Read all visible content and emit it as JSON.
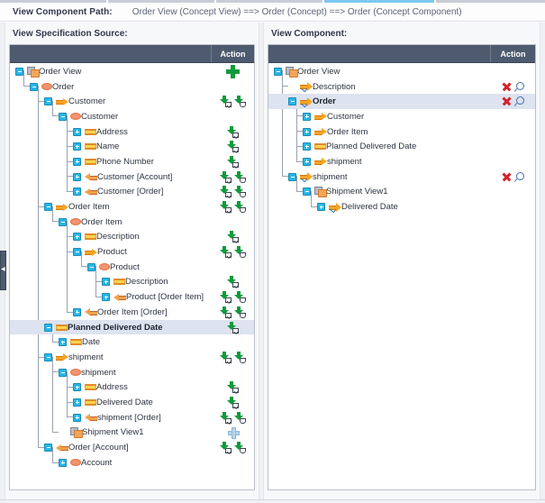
{
  "tabstrip": {
    "active_color": "#7cc8ef"
  },
  "path_bar": {
    "label": "View Component Path:",
    "value": "Order View (Concept View) ==> Order (Concept) ==> Order (Concept Component)"
  },
  "left_panel": {
    "title": "View Specification Source:",
    "action_column_header": "Action",
    "rows": [
      {
        "depth": 0,
        "label": "Order View",
        "expander": "minus",
        "icon": "view-icon",
        "actions": [
          "add-plus-large"
        ]
      },
      {
        "depth": 1,
        "label": "Order",
        "expander": "minus",
        "icon": "concept-icon",
        "actions": []
      },
      {
        "depth": 2,
        "label": "Customer",
        "expander": "minus",
        "icon": "relation-out-icon",
        "actions": [
          "add-attribute-icon",
          "add-relation-icon"
        ]
      },
      {
        "depth": 3,
        "label": "Customer",
        "expander": "minus",
        "icon": "concept-icon",
        "actions": []
      },
      {
        "depth": 4,
        "label": "Address",
        "expander": "plus",
        "icon": "attribute-icon",
        "actions": [
          "add-attribute-icon"
        ]
      },
      {
        "depth": 4,
        "label": "Name",
        "expander": "plus",
        "icon": "attribute-icon",
        "actions": [
          "add-attribute-icon"
        ]
      },
      {
        "depth": 4,
        "label": "Phone Number",
        "expander": "plus",
        "icon": "attribute-icon",
        "actions": [
          "add-attribute-icon"
        ]
      },
      {
        "depth": 4,
        "label": "Customer [Account]",
        "expander": "plus",
        "icon": "relation-in-icon",
        "actions": [
          "add-attribute-icon",
          "add-relation-icon"
        ]
      },
      {
        "depth": 4,
        "label": "Customer [Order]",
        "expander": "plus",
        "icon": "relation-in-icon",
        "actions": [
          "add-attribute-icon",
          "add-relation-icon"
        ]
      },
      {
        "depth": 2,
        "label": "Order Item",
        "expander": "minus",
        "icon": "relation-out-icon",
        "actions": [
          "add-attribute-icon",
          "add-relation-icon"
        ]
      },
      {
        "depth": 3,
        "label": "Order Item",
        "expander": "minus",
        "icon": "concept-icon",
        "actions": []
      },
      {
        "depth": 4,
        "label": "Description",
        "expander": "plus",
        "icon": "attribute-icon",
        "actions": [
          "add-attribute-icon"
        ]
      },
      {
        "depth": 4,
        "label": "Product",
        "expander": "minus",
        "icon": "relation-out-icon",
        "actions": [
          "add-attribute-icon",
          "add-relation-icon"
        ]
      },
      {
        "depth": 5,
        "label": "Product",
        "expander": "minus",
        "icon": "concept-icon",
        "actions": []
      },
      {
        "depth": 6,
        "label": "Description",
        "expander": "plus",
        "icon": "attribute-icon",
        "actions": [
          "add-attribute-icon"
        ]
      },
      {
        "depth": 6,
        "label": "Product [Order Item]",
        "expander": "plus",
        "icon": "relation-in-icon",
        "actions": [
          "add-attribute-icon",
          "add-relation-icon"
        ]
      },
      {
        "depth": 4,
        "label": "Order Item [Order]",
        "expander": "plus",
        "icon": "relation-in-icon",
        "actions": [
          "add-attribute-icon",
          "add-relation-icon"
        ]
      },
      {
        "depth": 2,
        "label": "Planned Delivered Date",
        "expander": "minus",
        "icon": "attribute-icon",
        "actions": [
          "add-attribute-icon"
        ],
        "selected": true
      },
      {
        "depth": 3,
        "label": "Date",
        "expander": "plus",
        "icon": "attribute-icon",
        "actions": []
      },
      {
        "depth": 2,
        "label": "shipment",
        "expander": "minus",
        "icon": "relation-out-icon",
        "actions": [
          "add-attribute-icon",
          "add-relation-icon"
        ]
      },
      {
        "depth": 3,
        "label": "shipment",
        "expander": "minus",
        "icon": "concept-icon",
        "actions": []
      },
      {
        "depth": 4,
        "label": "Address",
        "expander": "plus",
        "icon": "attribute-icon",
        "actions": [
          "add-attribute-icon"
        ]
      },
      {
        "depth": 4,
        "label": "Delivered Date",
        "expander": "plus",
        "icon": "attribute-icon",
        "actions": [
          "add-attribute-icon"
        ]
      },
      {
        "depth": 4,
        "label": "shipment [Order]",
        "expander": "plus",
        "icon": "relation-in-icon",
        "actions": [
          "add-attribute-icon",
          "add-relation-icon"
        ]
      },
      {
        "depth": 3,
        "label": "Shipment View1",
        "expander": "none",
        "icon": "view-icon",
        "actions": [
          "add-plus-small"
        ]
      },
      {
        "depth": 2,
        "label": "Order [Account]",
        "expander": "minus",
        "icon": "relation-in-icon",
        "actions": [
          "add-attribute-icon",
          "add-relation-icon"
        ]
      },
      {
        "depth": 3,
        "label": "Account",
        "expander": "plus",
        "icon": "concept-icon",
        "actions": []
      }
    ]
  },
  "right_panel": {
    "title": "View Component:",
    "action_column_header": "Action",
    "rows": [
      {
        "depth": 0,
        "label": "Order View",
        "expander": "minus",
        "icon": "view-icon",
        "actions": []
      },
      {
        "depth": 1,
        "label": "Description",
        "expander": "none",
        "icon": "view-component-icon",
        "actions": [
          "delete-icon",
          "find-icon"
        ]
      },
      {
        "depth": 1,
        "label": "Order",
        "expander": "minus",
        "icon": "view-component-icon",
        "actions": [
          "delete-icon",
          "find-icon"
        ],
        "selected": true
      },
      {
        "depth": 2,
        "label": "Customer",
        "expander": "plus",
        "icon": "relation-out-icon",
        "actions": []
      },
      {
        "depth": 2,
        "label": "Order Item",
        "expander": "plus",
        "icon": "relation-out-icon",
        "actions": []
      },
      {
        "depth": 2,
        "label": "Planned Delivered Date",
        "expander": "plus",
        "icon": "attribute-icon",
        "actions": []
      },
      {
        "depth": 2,
        "label": "shipment",
        "expander": "plus",
        "icon": "relation-out-icon",
        "actions": []
      },
      {
        "depth": 1,
        "label": "shipment",
        "expander": "minus",
        "icon": "view-component-icon",
        "actions": [
          "delete-icon",
          "find-icon"
        ]
      },
      {
        "depth": 2,
        "label": "Shipment View1",
        "expander": "minus",
        "icon": "view-icon",
        "actions": []
      },
      {
        "depth": 3,
        "label": "Delivered Date",
        "expander": "plus",
        "icon": "view-component-icon",
        "actions": []
      }
    ]
  },
  "collapse_handle": {
    "name": "collapse-left-panel"
  },
  "colors": {
    "header_bar": "#4e5b6e",
    "selection": "#dde3ef",
    "accent_blue": "#29b6e8",
    "accent_orange": "#f2936d",
    "action_green": "#119a3d",
    "action_red": "#d6212a",
    "find_blue": "#3f6fb5"
  }
}
